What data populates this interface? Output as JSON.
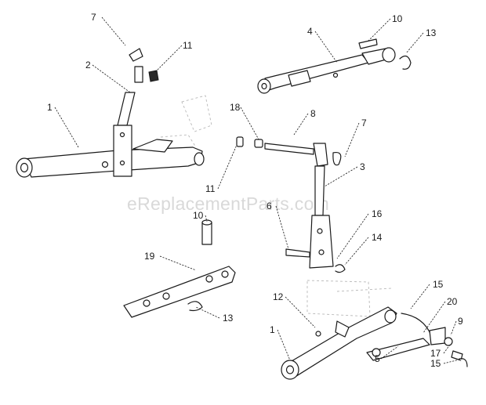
{
  "watermark": "eReplacementParts.com",
  "callouts": [
    {
      "id": "c7a",
      "text": "7"
    },
    {
      "id": "c11a",
      "text": "11"
    },
    {
      "id": "c2",
      "text": "2"
    },
    {
      "id": "c1a",
      "text": "1"
    },
    {
      "id": "c4",
      "text": "4"
    },
    {
      "id": "c10a",
      "text": "10"
    },
    {
      "id": "c13a",
      "text": "13"
    },
    {
      "id": "c18",
      "text": "18"
    },
    {
      "id": "c8",
      "text": "8"
    },
    {
      "id": "c7b",
      "text": "7"
    },
    {
      "id": "c3",
      "text": "3"
    },
    {
      "id": "c11b",
      "text": "11"
    },
    {
      "id": "c6",
      "text": "6"
    },
    {
      "id": "c16",
      "text": "16"
    },
    {
      "id": "c14",
      "text": "14"
    },
    {
      "id": "c10b",
      "text": "10"
    },
    {
      "id": "c19",
      "text": "19"
    },
    {
      "id": "c13b",
      "text": "13"
    },
    {
      "id": "c12",
      "text": "12"
    },
    {
      "id": "c1b",
      "text": "1"
    },
    {
      "id": "c15a",
      "text": "15"
    },
    {
      "id": "c20",
      "text": "20"
    },
    {
      "id": "c9",
      "text": "9"
    },
    {
      "id": "c5",
      "text": "5"
    },
    {
      "id": "c17",
      "text": "17"
    },
    {
      "id": "c15b",
      "text": "15"
    }
  ]
}
